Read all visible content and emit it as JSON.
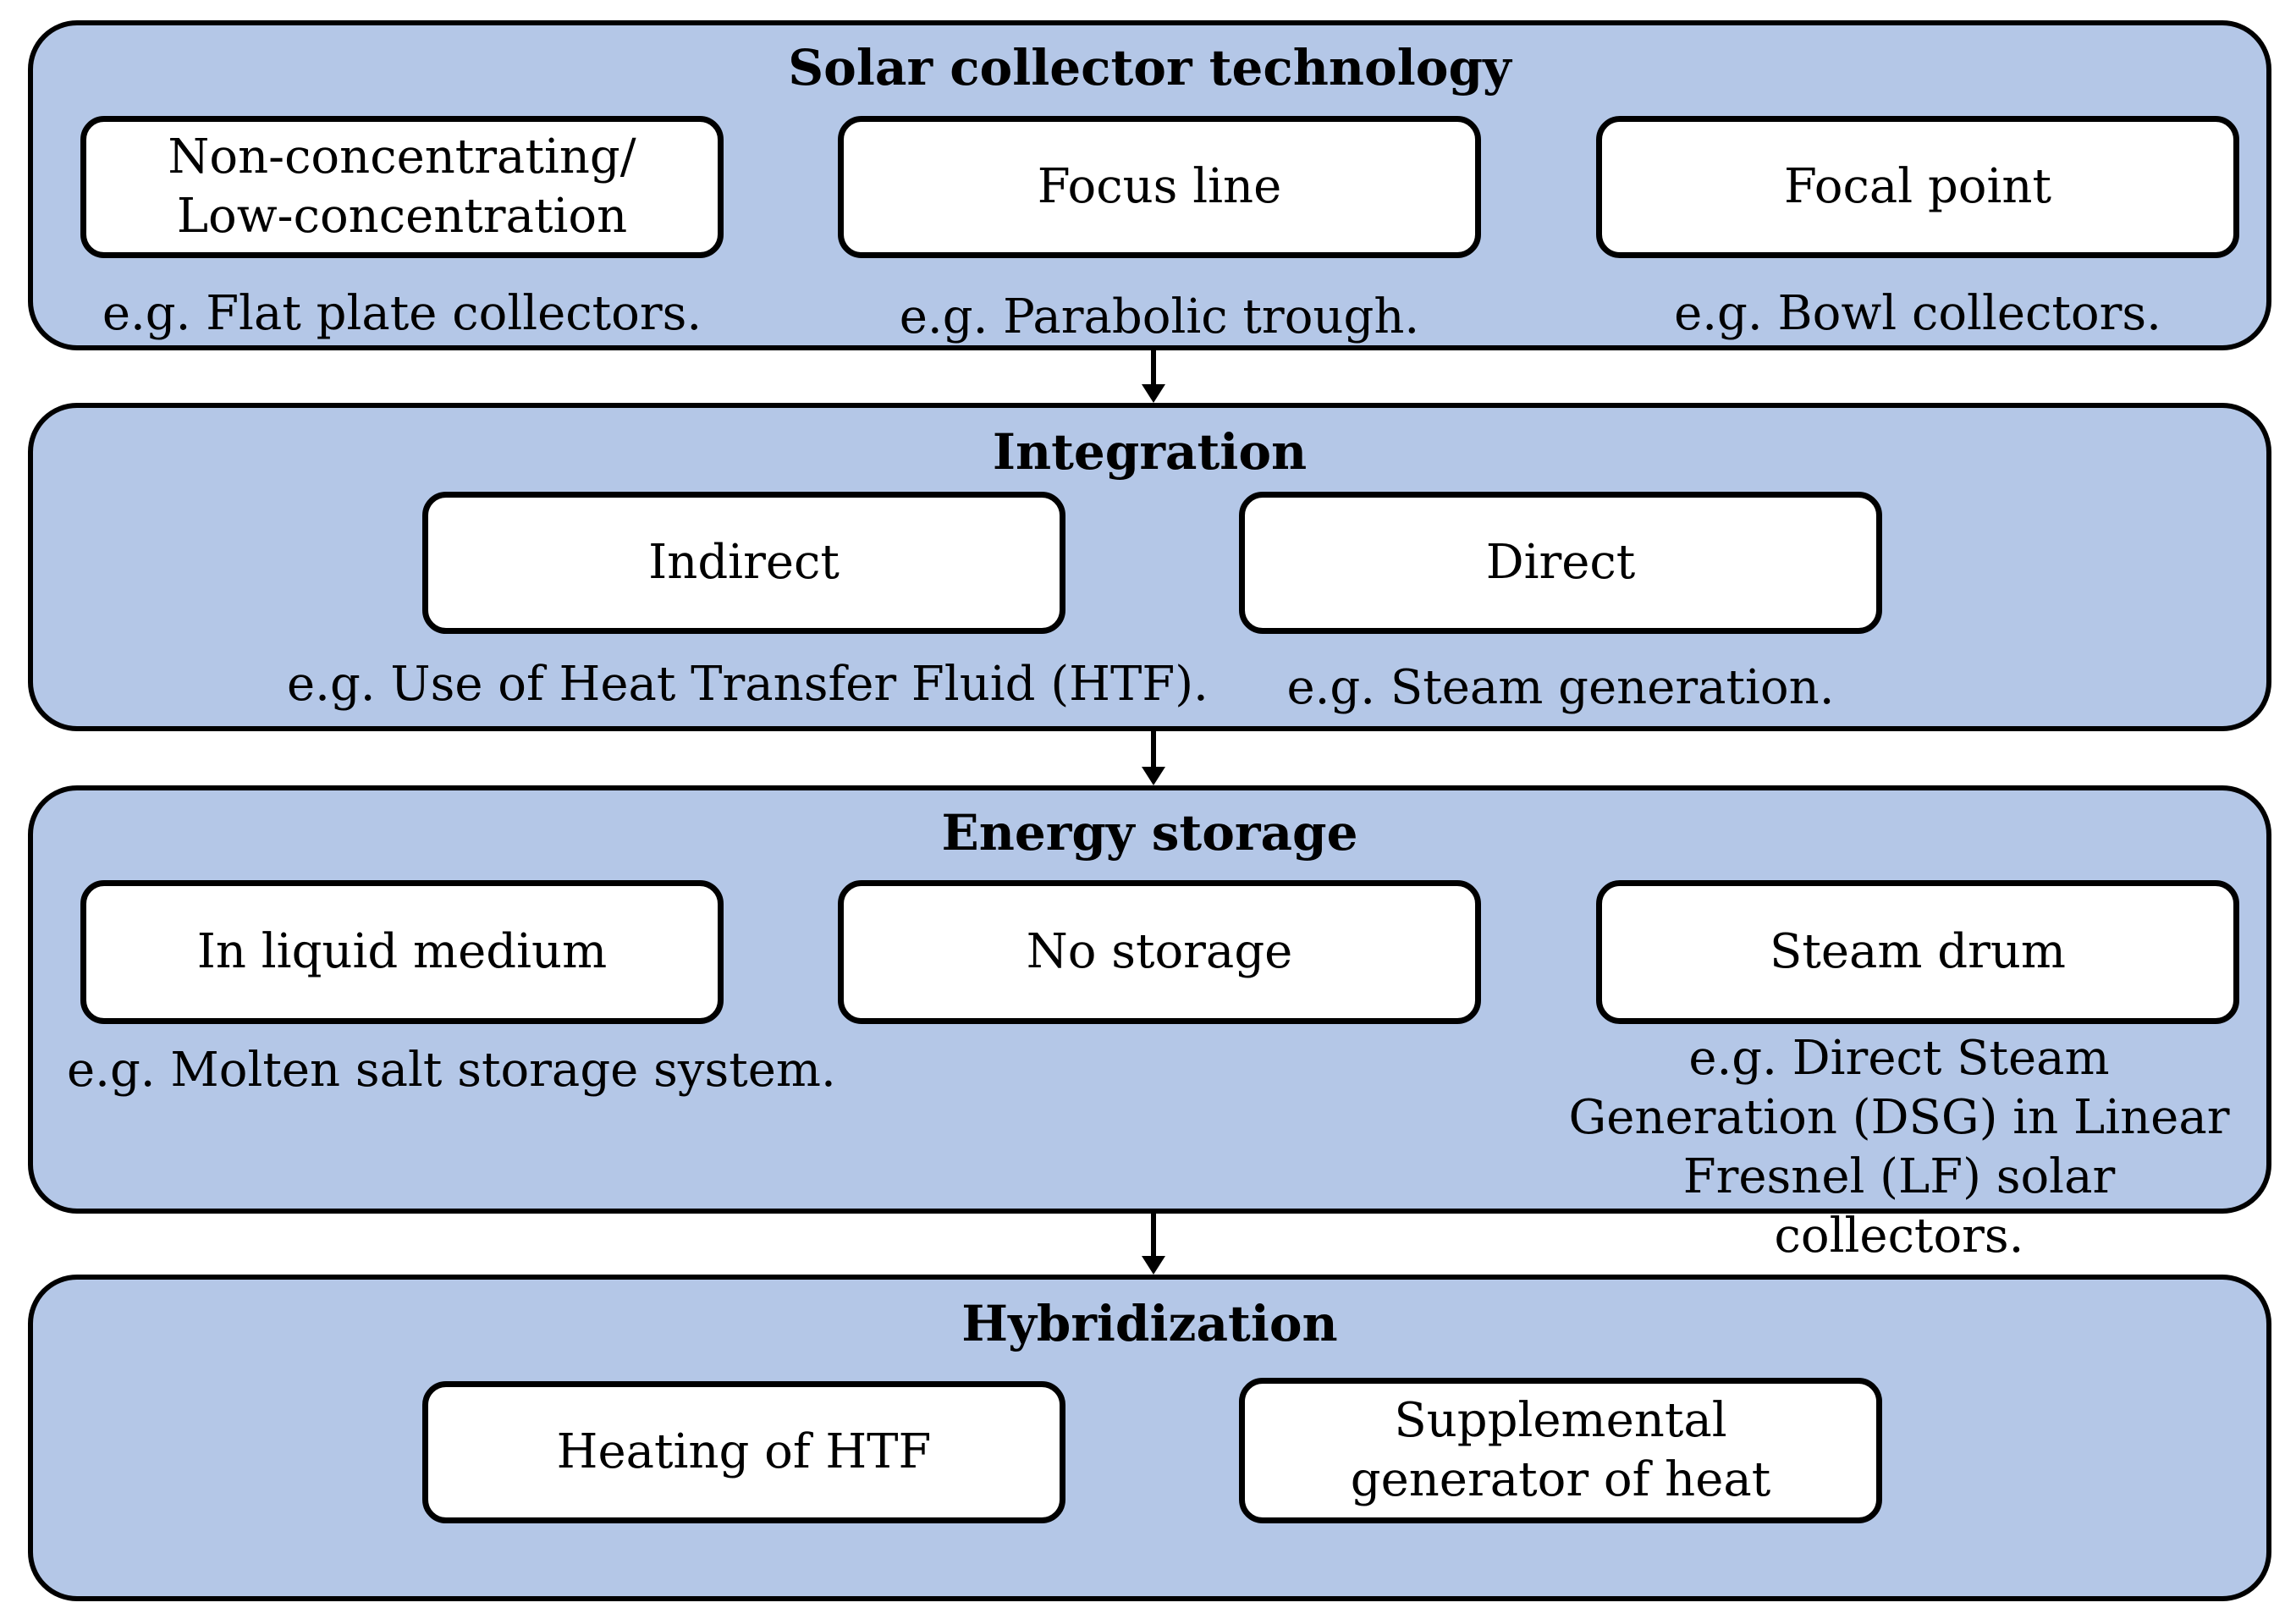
{
  "panels": {
    "solar": {
      "title": "Solar collector technology",
      "boxes": [
        {
          "label": "Non-concentrating/ Low-concentration",
          "example": "e.g. Flat plate collectors."
        },
        {
          "label": "Focus line",
          "example": "e.g. Parabolic trough."
        },
        {
          "label": "Focal point",
          "example": "e.g. Bowl collectors."
        }
      ]
    },
    "integration": {
      "title": "Integration",
      "boxes": [
        {
          "label": "Indirect",
          "example": "e.g. Use of Heat Transfer Fluid (HTF)."
        },
        {
          "label": "Direct",
          "example": "e.g. Steam generation."
        }
      ]
    },
    "storage": {
      "title": "Energy storage",
      "boxes": [
        {
          "label": "In liquid medium",
          "example": "e.g. Molten salt storage system."
        },
        {
          "label": "No storage"
        },
        {
          "label": "Steam drum",
          "example": "e.g. Direct Steam Generation (DSG) in Linear Fresnel (LF) solar collectors."
        }
      ]
    },
    "hybrid": {
      "title": "Hybridization",
      "boxes": [
        {
          "label": "Heating of HTF"
        },
        {
          "label": "Supplemental generator of heat"
        }
      ]
    }
  },
  "colors": {
    "panel_fill": "#b4c7e7",
    "box_fill": "#ffffff",
    "stroke": "#000000"
  }
}
